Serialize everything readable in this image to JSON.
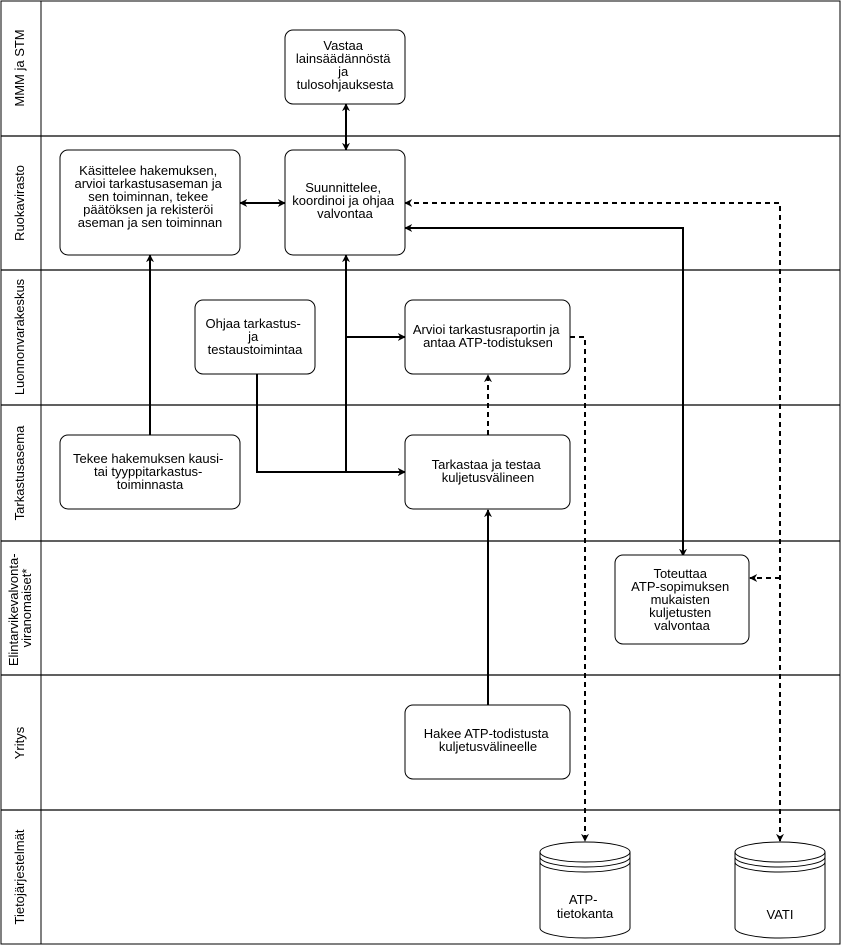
{
  "lanes": [
    {
      "id": "mmm",
      "label": "MMM ja STM"
    },
    {
      "id": "ruokavirasto",
      "label": "Ruokavirasto"
    },
    {
      "id": "luke",
      "label": "Luonnonvarakeskus"
    },
    {
      "id": "tarkastusasema",
      "label": "Tarkastusasema"
    },
    {
      "id": "elintarvike",
      "label": [
        "Elintarvikevalvonta-",
        "viranomaiset*"
      ]
    },
    {
      "id": "yritys",
      "label": "Yritys"
    },
    {
      "id": "tieto",
      "label": "Tietojärjestelmät"
    }
  ],
  "boxes": [
    {
      "id": "vastaa",
      "lines": [
        "Vastaa",
        "lainsäädännöstä",
        "ja",
        "tulosohjauksesta"
      ]
    },
    {
      "id": "kasittelee",
      "lines": [
        "Käsittelee hakemuksen,",
        "arvioi tarkastusaseman ja",
        "sen toiminnan, tekee",
        "päätöksen ja rekisteröi",
        "aseman ja sen toiminnan"
      ]
    },
    {
      "id": "suunnittelee",
      "lines": [
        "Suunnittelee,",
        "koordinoi ja ohjaa",
        "valvontaa"
      ]
    },
    {
      "id": "ohjaa",
      "lines": [
        "Ohjaa tarkastus-",
        "ja",
        "testaustoimintaa"
      ]
    },
    {
      "id": "arvioi",
      "lines": [
        "Arvioi tarkastusraportin ja",
        "antaa ATP-todistuksen"
      ]
    },
    {
      "id": "tekee",
      "lines": [
        "Tekee hakemuksen kausi-",
        "tai tyyppitarkastus-",
        "toiminnasta"
      ]
    },
    {
      "id": "tarkastaa",
      "lines": [
        "Tarkastaa ja testaa",
        "kuljetusvälineen"
      ]
    },
    {
      "id": "toteuttaa",
      "lines": [
        "Toteuttaa",
        "ATP-sopimuksen",
        "mukaisten",
        "kuljetusten",
        "valvontaa"
      ]
    },
    {
      "id": "hakee",
      "lines": [
        "Hakee ATP-todistusta",
        "kuljetusvälineelle"
      ]
    }
  ],
  "databases": [
    {
      "id": "atp-db",
      "lines": [
        "ATP-",
        "tietokanta"
      ]
    },
    {
      "id": "vati",
      "lines": [
        "VATI"
      ]
    }
  ]
}
